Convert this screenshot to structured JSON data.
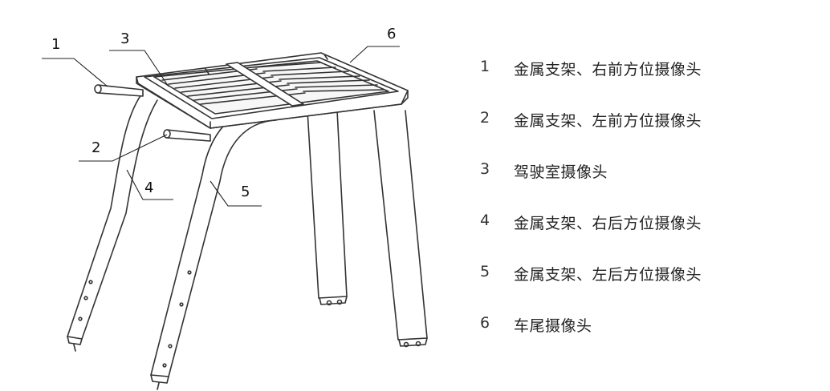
{
  "callouts": [
    "1",
    "2",
    "3",
    "4",
    "5",
    "6"
  ],
  "legend": [
    {
      "num": "1",
      "text": "金属支架、右前方位摄像头"
    },
    {
      "num": "2",
      "text": "金属支架、左前方位摄像头"
    },
    {
      "num": "3",
      "text": "驾驶室摄像头"
    },
    {
      "num": "4",
      "text": "金属支架、右后方位摄像头"
    },
    {
      "num": "5",
      "text": "金属支架、左后方位摄像头"
    },
    {
      "num": "6",
      "text": "车尾摄像头"
    }
  ]
}
